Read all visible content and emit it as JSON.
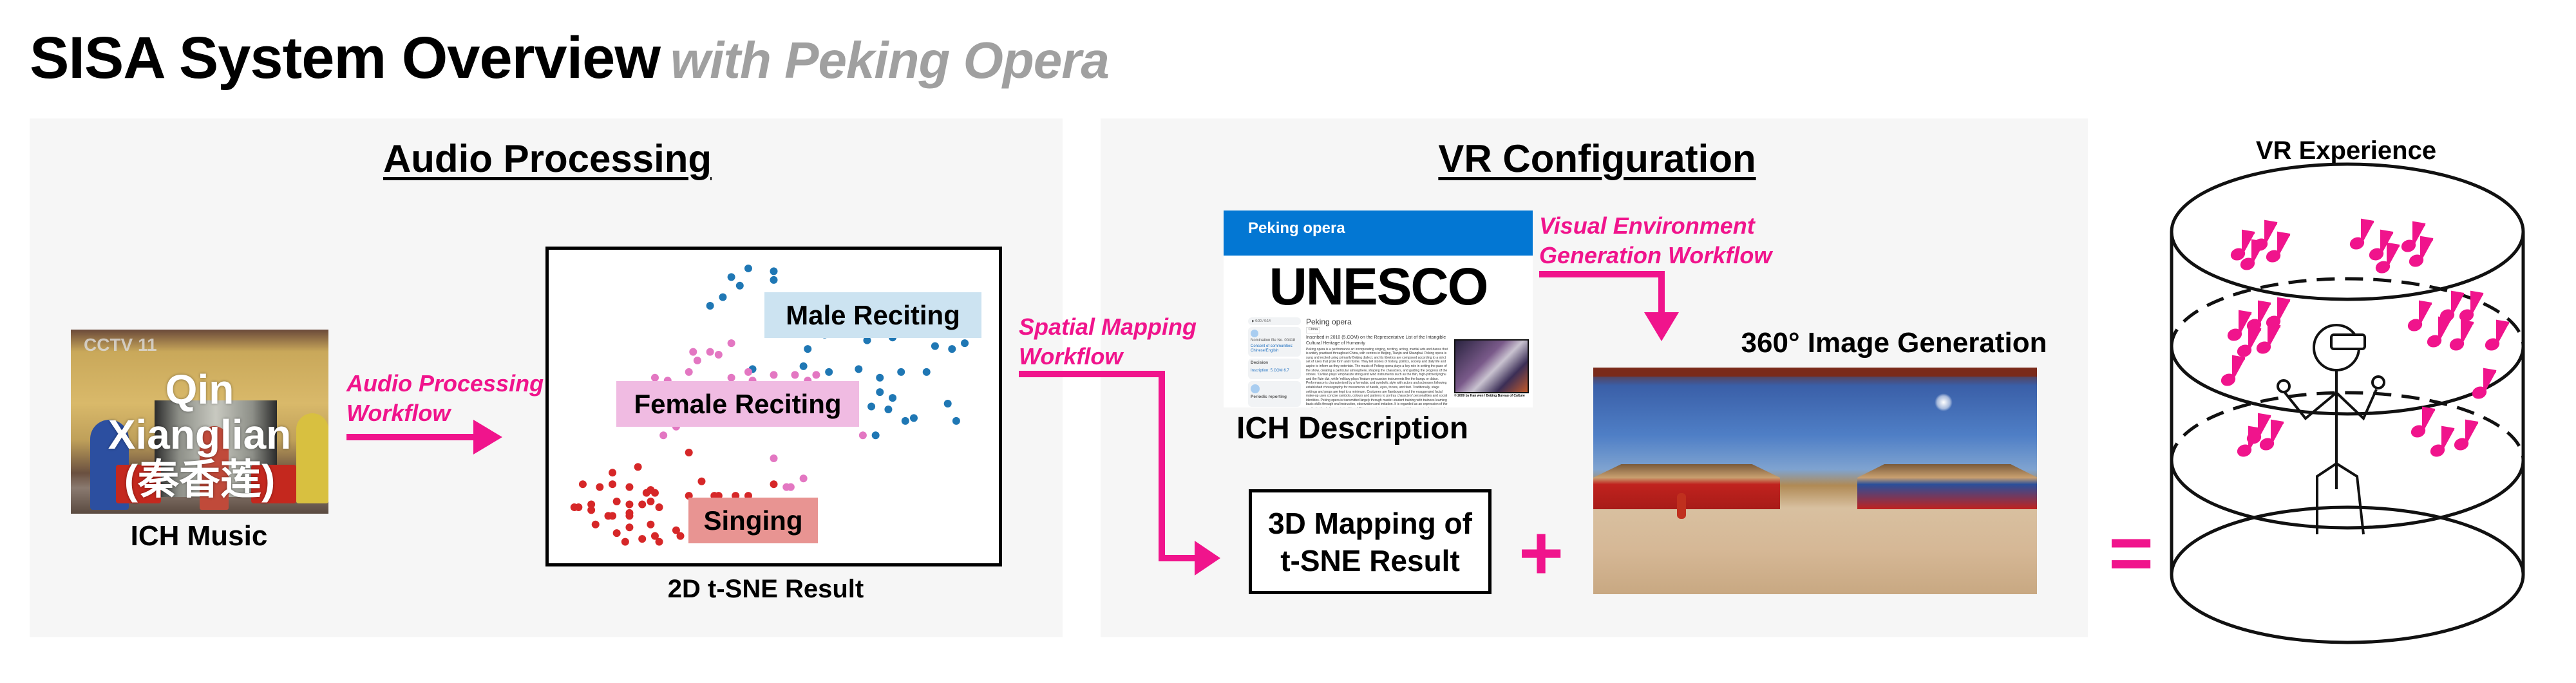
{
  "title": {
    "main": "SISA System Overview",
    "subtitle": "with Peking Opera"
  },
  "audio_panel": {
    "heading": "Audio Processing",
    "ich_music": {
      "overlay_lines": [
        "Qin",
        "Xianglian",
        "(秦香莲)"
      ],
      "logo": "CCTV 11",
      "caption": "ICH Music"
    },
    "workflow_lines": [
      "Audio Processing",
      "Workflow"
    ],
    "tsne_caption": "2D t-SNE Result"
  },
  "vr_panel": {
    "heading": "VR Configuration",
    "spatial_workflow_lines": [
      "Spatial Mapping",
      "Workflow"
    ],
    "visual_workflow_lines": [
      "Visual Environment",
      "Generation Workflow"
    ],
    "unesco": {
      "header": "Peking opera",
      "overlay": "UNESCO",
      "title": "Peking opera",
      "country": "China",
      "inscribed": "Inscribed in 2010 (5.COM) on the Representative List of the Intangible Cultural Heritage of Humanity",
      "body": "Peking opera is a performance art incorporating singing, reciting, acting, martial arts and dance that is widely practised throughout China, with centres in Beijing, Tianjin and Shanghai. Peking opera is sung and recited using primarily Beijing dialect, and its librettos are composed according to a strict set of rules that prize form and rhyme. They tell stories of history, politics, society and daily life and aspire to inform as they entertain. The music of Peking opera plays a key role in setting the pace of the show, creating a particular atmosphere, shaping the characters, and guiding the progress of the stories. 'Civilian plays' emphasize string and wind instruments such as the thin, high-pitched jinghu and the flute dizi, while 'military plays' feature percussion instruments like the bangu or daluo. Performance is characterized by a formulaic and symbolic style with actors and actresses following established choreography for movements of hands, eyes, torsos, and feet. Traditionally, stage settings and props are kept to a minimum. Costumes are flamboyant and the exaggerated facial make-up uses concise symbols, colours and patterns to portray characters' personalities and social identities. Peking opera is transmitted largely through master-student training with trainees learning basic skills through oral instruction, observation and imitation. It is regarded as an expression of the aesthetic ideal of opera in traditional Chinese society and remains a widely recognized element of the country's cultural heritage.",
      "audio_time": "0:00 / 0:14",
      "sidebar_nomination": "Nomination file No. 00418",
      "sidebar_consent": "Consent of communities: Chinese/English",
      "sidebar_decision": "Decision",
      "sidebar_inscription": "Inscription: 5.COM 6.7",
      "sidebar_periodic": "Periodic reporting",
      "photo_credit": "© 2009 by Han wen / Beijing Bureau of Culture",
      "caption": "ICH Description"
    },
    "mapping_box_lines": [
      "3D Mapping of",
      "t-SNE Result"
    ],
    "plus": "+",
    "pano_caption": "360° Image Generation"
  },
  "equals": "=",
  "vr_experience": {
    "caption": "VR Experience"
  },
  "colors": {
    "accent": "#f0148c",
    "male": "#1f77b4",
    "female": "#e377c2",
    "singing": "#d62728",
    "panel": "#f6f6f6"
  },
  "chart_data": {
    "type": "scatter",
    "title": "2D t-SNE Result",
    "xlabel": "",
    "ylabel": "",
    "xlim": [
      0,
      100
    ],
    "ylim": [
      0,
      100
    ],
    "grid": false,
    "series": [
      {
        "name": "Male Reciting",
        "color": "#1f77b4",
        "label_color": "#cce3f1",
        "points": [
          [
            40,
            95
          ],
          [
            42,
            92
          ],
          [
            44,
            98
          ],
          [
            50,
            97
          ],
          [
            50,
            94
          ],
          [
            38,
            88
          ],
          [
            35,
            85
          ],
          [
            52,
            84
          ],
          [
            85,
            88
          ],
          [
            65,
            80
          ],
          [
            53,
            79
          ],
          [
            60,
            78
          ],
          [
            62,
            75
          ],
          [
            68,
            77
          ],
          [
            72,
            73
          ],
          [
            78,
            74
          ],
          [
            82,
            76
          ],
          [
            88,
            71
          ],
          [
            92,
            70
          ],
          [
            95,
            72
          ],
          [
            58,
            70
          ],
          [
            57,
            64
          ],
          [
            63,
            62
          ],
          [
            70,
            63
          ],
          [
            75,
            60
          ],
          [
            80,
            62
          ],
          [
            86,
            62
          ],
          [
            45,
            63
          ],
          [
            62,
            55
          ],
          [
            68,
            55
          ],
          [
            75,
            55
          ],
          [
            78,
            53
          ],
          [
            91,
            51
          ],
          [
            73,
            50
          ],
          [
            77,
            49
          ],
          [
            83,
            46
          ],
          [
            93,
            45
          ],
          [
            59,
            52
          ],
          [
            74,
            40
          ],
          [
            81,
            45
          ]
        ]
      },
      {
        "name": "Female Reciting",
        "color": "#e377c2",
        "label_color": "#f0bbe2",
        "points": [
          [
            40,
            72
          ],
          [
            35,
            69
          ],
          [
            37,
            68
          ],
          [
            31,
            69
          ],
          [
            32,
            66
          ],
          [
            30,
            62
          ],
          [
            34,
            56
          ],
          [
            40,
            60
          ],
          [
            44,
            62
          ],
          [
            45,
            59
          ],
          [
            50,
            61
          ],
          [
            55,
            61
          ],
          [
            58,
            59
          ],
          [
            60,
            61
          ],
          [
            54,
            57
          ],
          [
            52,
            56
          ],
          [
            22,
            60
          ],
          [
            25,
            59
          ],
          [
            25,
            52
          ],
          [
            41,
            52
          ],
          [
            44,
            52
          ],
          [
            46,
            51
          ],
          [
            59,
            51
          ],
          [
            65,
            47
          ],
          [
            45,
            48
          ],
          [
            27,
            43
          ],
          [
            24,
            40
          ],
          [
            71,
            40
          ],
          [
            50,
            32
          ],
          [
            57,
            25
          ],
          [
            53,
            22
          ],
          [
            54,
            22
          ]
        ]
      },
      {
        "name": "Singing",
        "color": "#d62728",
        "label_color": "#e89492",
        "points": [
          [
            30,
            34
          ],
          [
            18,
            29
          ],
          [
            12,
            27
          ],
          [
            5,
            23
          ],
          [
            9,
            22
          ],
          [
            12,
            23
          ],
          [
            16,
            22
          ],
          [
            21,
            21
          ],
          [
            20,
            20
          ],
          [
            22,
            20
          ],
          [
            13,
            17
          ],
          [
            19,
            16
          ],
          [
            21,
            17
          ],
          [
            33,
            24
          ],
          [
            36,
            19
          ],
          [
            37,
            19
          ],
          [
            41,
            19
          ],
          [
            44,
            19
          ],
          [
            42,
            17
          ],
          [
            50,
            23
          ],
          [
            30,
            19
          ],
          [
            4,
            15
          ],
          [
            3,
            15
          ],
          [
            7,
            16
          ],
          [
            16,
            16
          ],
          [
            23,
            15
          ],
          [
            7,
            14
          ],
          [
            12,
            12
          ],
          [
            11,
            12
          ],
          [
            16,
            13
          ],
          [
            16,
            12
          ],
          [
            8,
            9
          ],
          [
            21,
            9
          ],
          [
            13,
            6
          ],
          [
            16,
            8
          ],
          [
            22,
            5
          ],
          [
            15,
            3
          ],
          [
            19,
            4
          ],
          [
            23,
            3
          ],
          [
            28,
            5
          ],
          [
            27,
            7
          ],
          [
            35,
            11
          ],
          [
            33,
            7
          ]
        ]
      }
    ]
  }
}
